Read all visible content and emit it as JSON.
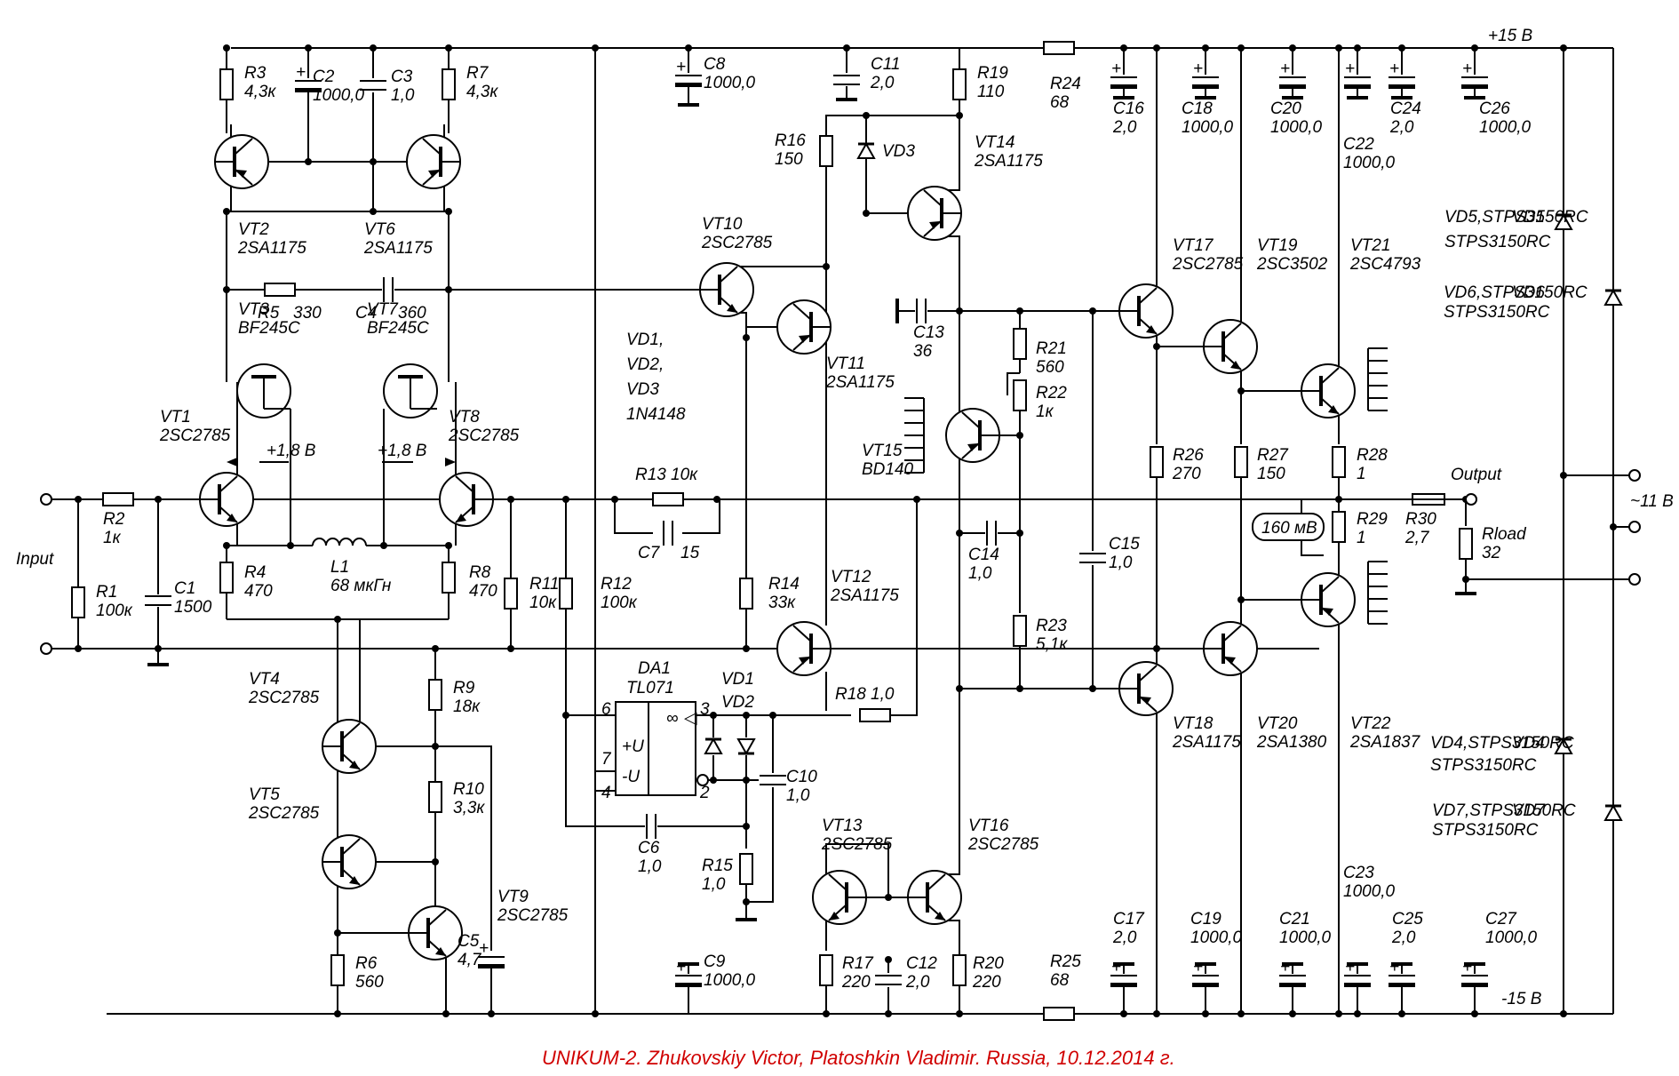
{
  "footer": "UNIKUM-2. Zhukovskiy Victor, Platoshkin Vladimir. Russia, 10.12.2014 г.",
  "colors": {
    "ink": "#000000",
    "footer": "#d00000",
    "background": "#ffffff"
  },
  "rails": {
    "pos": "+15 В",
    "neg": "-15 В",
    "ac": "~11 В"
  },
  "terminals": {
    "input": "Input",
    "output": "Output"
  },
  "annotations": {
    "v1": "+1,8 В",
    "v2": "+1,8 В",
    "probe": "160 мВ"
  },
  "diode_note": [
    "VD1,",
    "VD2,",
    "VD3",
    "1N4148"
  ],
  "opamp": {
    "name": "DA1",
    "type": "TL071",
    "inf": "∞",
    "tri": "◁",
    "plus": "+U",
    "minus": "-U",
    "pin6": "6",
    "pin7": "7",
    "pin4": "4",
    "pin3": "3",
    "pin2": "2"
  },
  "resistors": {
    "R1": [
      "R1",
      "100к"
    ],
    "R2": [
      "R2",
      "1к"
    ],
    "R3": [
      "R3",
      "4,3к"
    ],
    "R4": [
      "R4",
      "470"
    ],
    "R5": [
      "R5",
      "330"
    ],
    "R6": [
      "R6",
      "560"
    ],
    "R7": [
      "R7",
      "4,3к"
    ],
    "R8": [
      "R8",
      "470"
    ],
    "R9": [
      "R9",
      "18к"
    ],
    "R10": [
      "R10",
      "3,3к"
    ],
    "R11": [
      "R11",
      "10к"
    ],
    "R12": [
      "R12",
      "100к"
    ],
    "R13": [
      "R13",
      "10к"
    ],
    "R14": [
      "R14",
      "33к"
    ],
    "R15": [
      "R15",
      "1,0"
    ],
    "R16": [
      "R16",
      "150"
    ],
    "R17": [
      "R17",
      "220"
    ],
    "R18": [
      "R18",
      "1,0"
    ],
    "R19": [
      "R19",
      "110"
    ],
    "R20": [
      "R20",
      "220"
    ],
    "R21": [
      "R21",
      "560"
    ],
    "R22": [
      "R22",
      "1к"
    ],
    "R23": [
      "R23",
      "5,1к"
    ],
    "R24": [
      "R24",
      "68"
    ],
    "R25": [
      "R25",
      "68"
    ],
    "R26": [
      "R26",
      "270"
    ],
    "R27": [
      "R27",
      "150"
    ],
    "R28": [
      "R28",
      "1"
    ],
    "R29": [
      "R29",
      "1"
    ],
    "R30": [
      "R30",
      "2,7"
    ],
    "Rload": [
      "Rload",
      "32"
    ]
  },
  "capacitors": {
    "C1": [
      "C1",
      "1500"
    ],
    "C2": [
      "C2",
      "1000,0"
    ],
    "C3": [
      "C3",
      "1,0"
    ],
    "C4": [
      "C4",
      "360"
    ],
    "C5": [
      "C5",
      "4,7"
    ],
    "C6": [
      "C6",
      "1,0"
    ],
    "C7": [
      "C7",
      "15"
    ],
    "C8": [
      "C8",
      "1000,0"
    ],
    "C9": [
      "C9",
      "1000,0"
    ],
    "C10": [
      "C10",
      "1,0"
    ],
    "C11": [
      "C11",
      "2,0"
    ],
    "C12": [
      "C12",
      "2,0"
    ],
    "C13": [
      "C13",
      "36"
    ],
    "C14": [
      "C14",
      "1,0"
    ],
    "C15": [
      "C15",
      "1,0"
    ],
    "C16": [
      "C16",
      "2,0"
    ],
    "C17": [
      "C17",
      "2,0"
    ],
    "C18": [
      "C18",
      "1000,0"
    ],
    "C19": [
      "C19",
      "1000,0"
    ],
    "C20": [
      "C20",
      "1000,0"
    ],
    "C21": [
      "C21",
      "1000,0"
    ],
    "C22": [
      "C22",
      "1000,0"
    ],
    "C23": [
      "C23",
      "1000,0"
    ],
    "C24": [
      "C24",
      "2,0"
    ],
    "C25": [
      "C25",
      "2,0"
    ],
    "C26": [
      "C26",
      "1000,0"
    ],
    "C27": [
      "C27",
      "1000,0"
    ]
  },
  "inductor": {
    "L1": [
      "L1",
      "68 мкГн"
    ]
  },
  "transistors": {
    "VT1": [
      "VT1",
      "2SC2785"
    ],
    "VT2": [
      "VT2",
      "2SA1175"
    ],
    "VT3": [
      "VT3",
      "BF245C"
    ],
    "VT4": [
      "VT4",
      "2SC2785"
    ],
    "VT5": [
      "VT5",
      "2SC2785"
    ],
    "VT6": [
      "VT6",
      "2SA1175"
    ],
    "VT7": [
      "VT7",
      "BF245C"
    ],
    "VT8": [
      "VT8",
      "2SC2785"
    ],
    "VT9": [
      "VT9",
      "2SC2785"
    ],
    "VT10": [
      "VT10",
      "2SC2785"
    ],
    "VT11": [
      "VT11",
      "2SA1175"
    ],
    "VT12": [
      "VT12",
      "2SA1175"
    ],
    "VT13": [
      "VT13",
      "2SC2785"
    ],
    "VT14": [
      "VT14",
      "2SA1175"
    ],
    "VT15": [
      "VT15",
      "BD140"
    ],
    "VT16": [
      "VT16",
      "2SC2785"
    ],
    "VT17": [
      "VT17",
      "2SC2785"
    ],
    "VT18": [
      "VT18",
      "2SA1175"
    ],
    "VT19": [
      "VT19",
      "2SC3502"
    ],
    "VT20": [
      "VT20",
      "2SA1380"
    ],
    "VT21": [
      "VT21",
      "2SC4793"
    ],
    "VT22": [
      "VT22",
      "2SA1837"
    ]
  },
  "diodes": {
    "VD1": "VD1",
    "VD2": "VD2",
    "VD3": "VD3",
    "VD4": [
      "VD4",
      "STPS3150RC"
    ],
    "VD5": [
      "VD5",
      "STPS3150RC"
    ],
    "VD6": [
      "VD6",
      "STPS3150RC"
    ],
    "VD7": [
      "VD7",
      "STPS3150RC"
    ]
  }
}
